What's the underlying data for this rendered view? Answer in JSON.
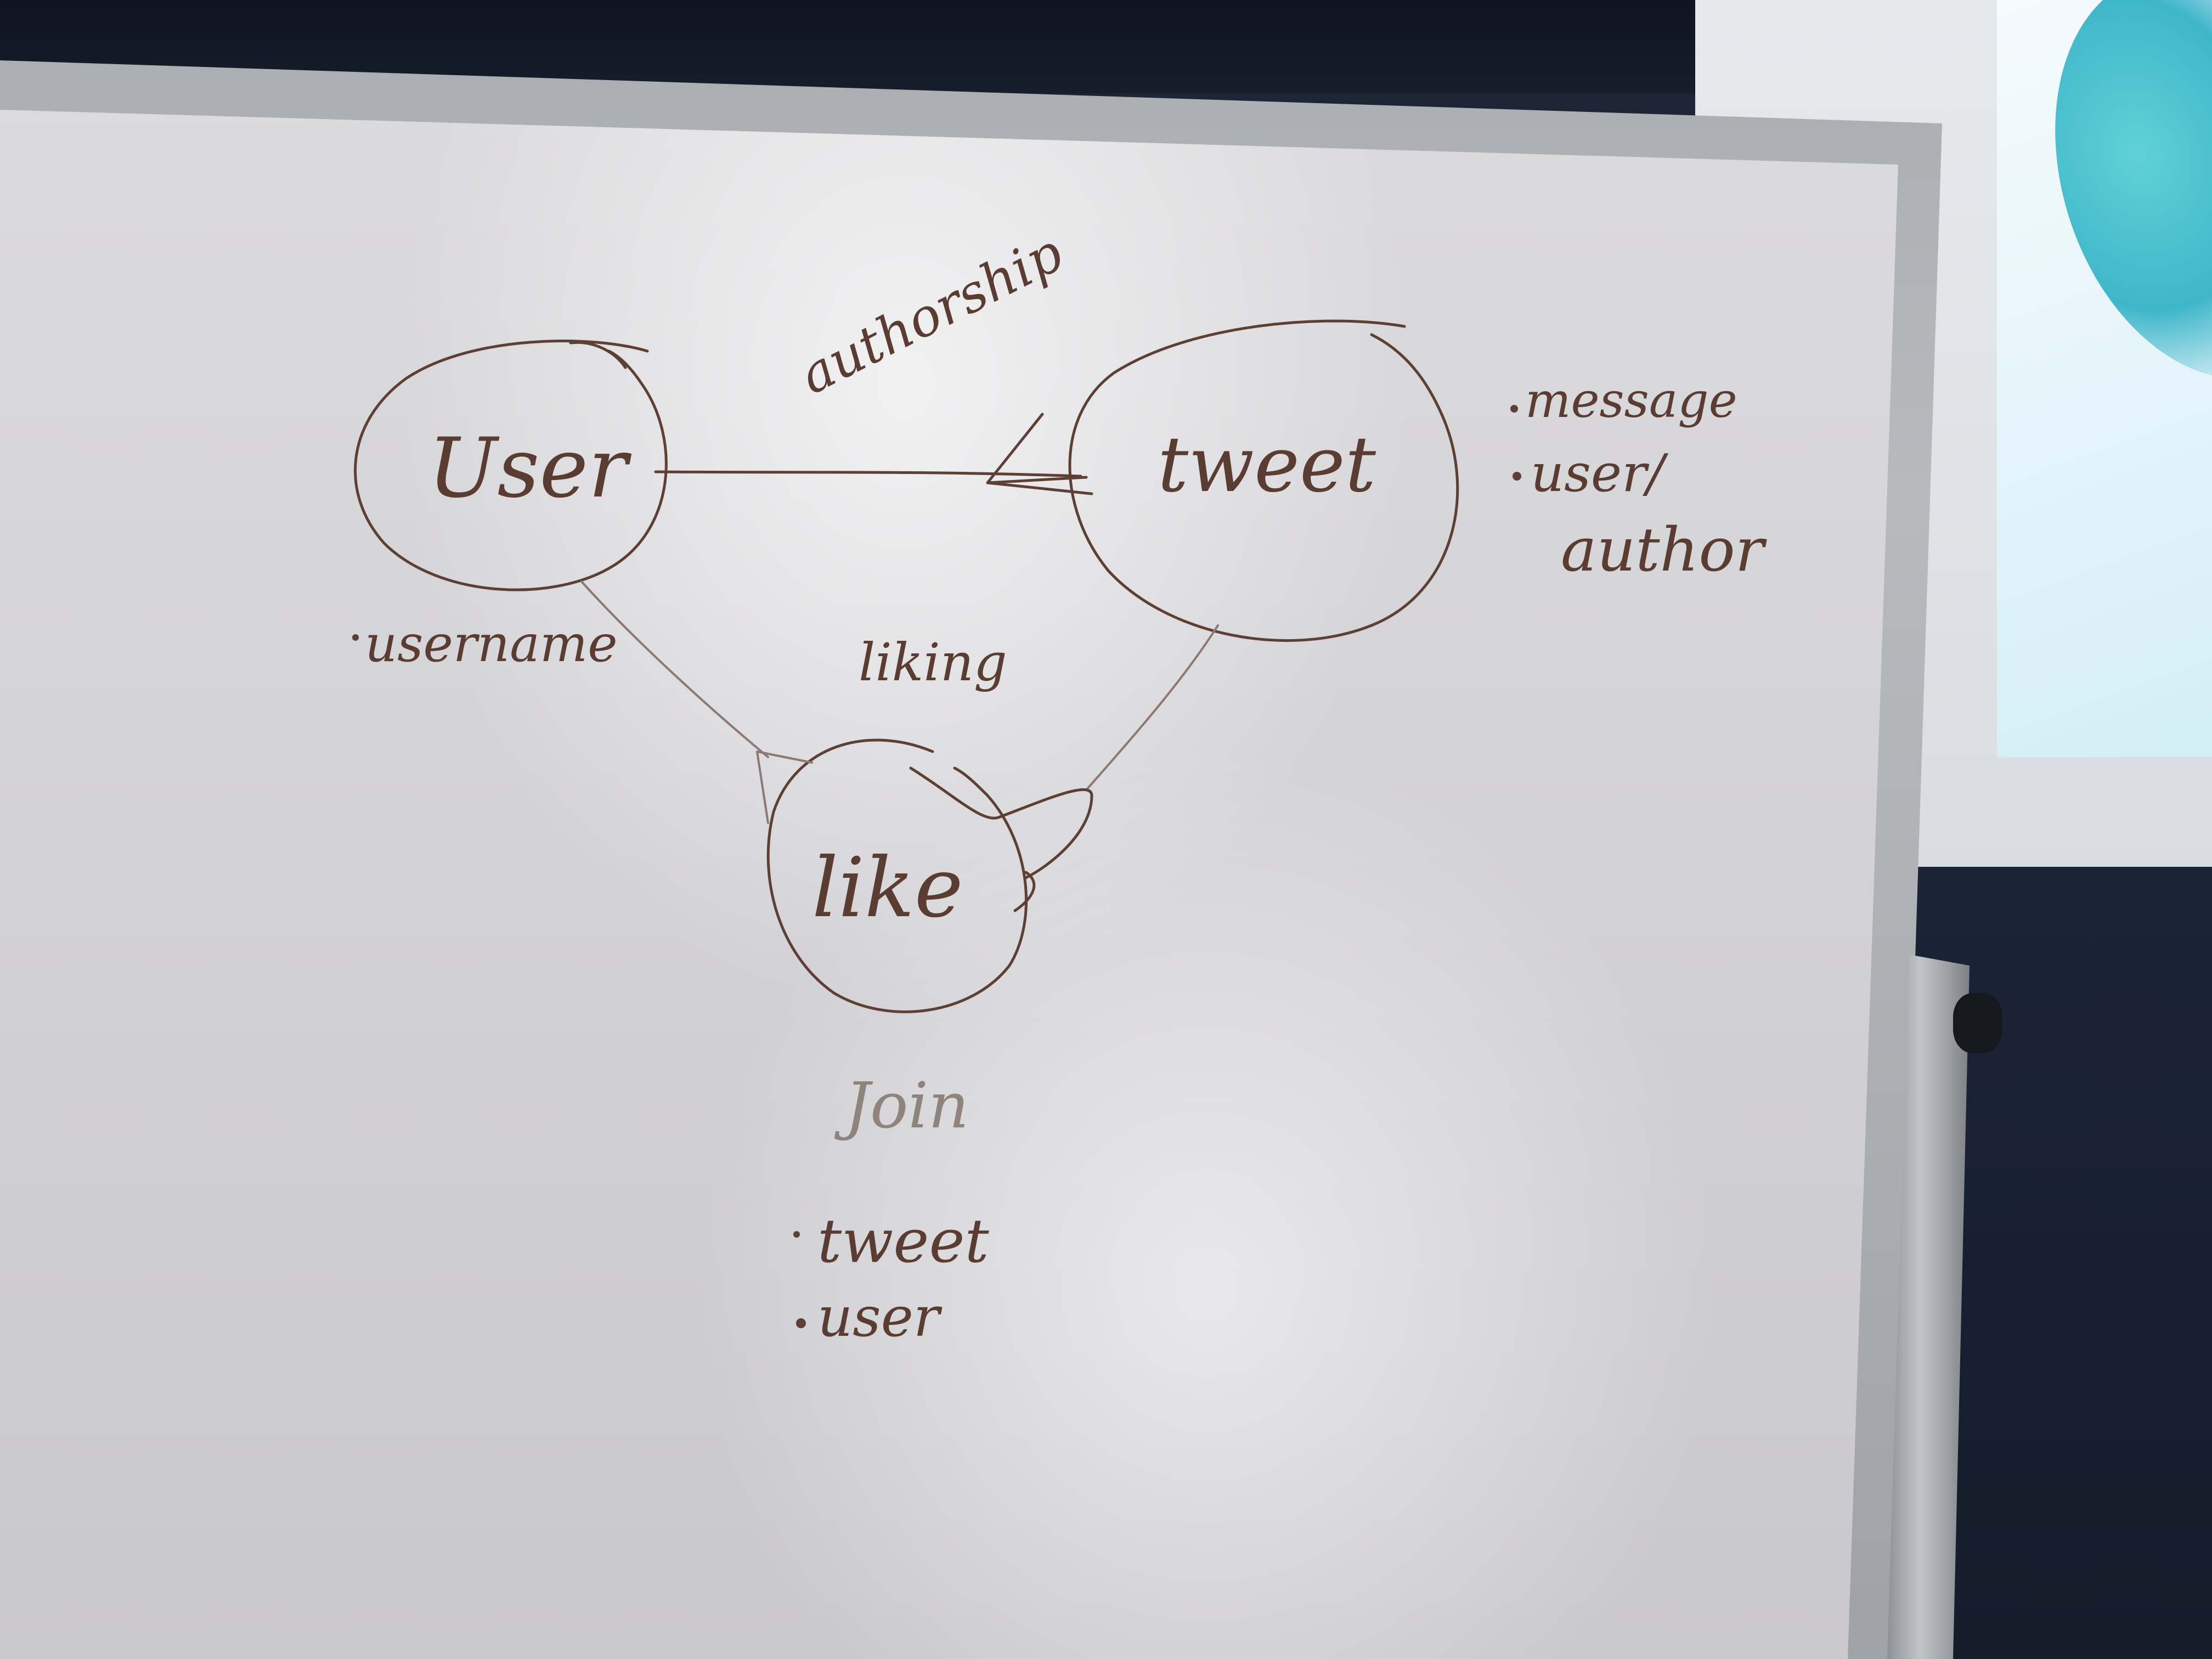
{
  "diagram": {
    "entities": {
      "user": {
        "label": "User"
      },
      "tweet": {
        "label": "tweet"
      },
      "like": {
        "label": "like"
      }
    },
    "relationships": {
      "authorship": {
        "label": "authorship"
      },
      "liking": {
        "label": "liking"
      }
    },
    "attributes": {
      "user": [
        "username"
      ],
      "tweet": [
        "message",
        "user/",
        "author"
      ],
      "like": [
        "tweet",
        "user"
      ]
    },
    "like_note": "Join"
  },
  "colors": {
    "marker_ink": "#5d3f35",
    "whiteboard": "#d6d5d8",
    "projector_accent": "#3fb6c9"
  }
}
